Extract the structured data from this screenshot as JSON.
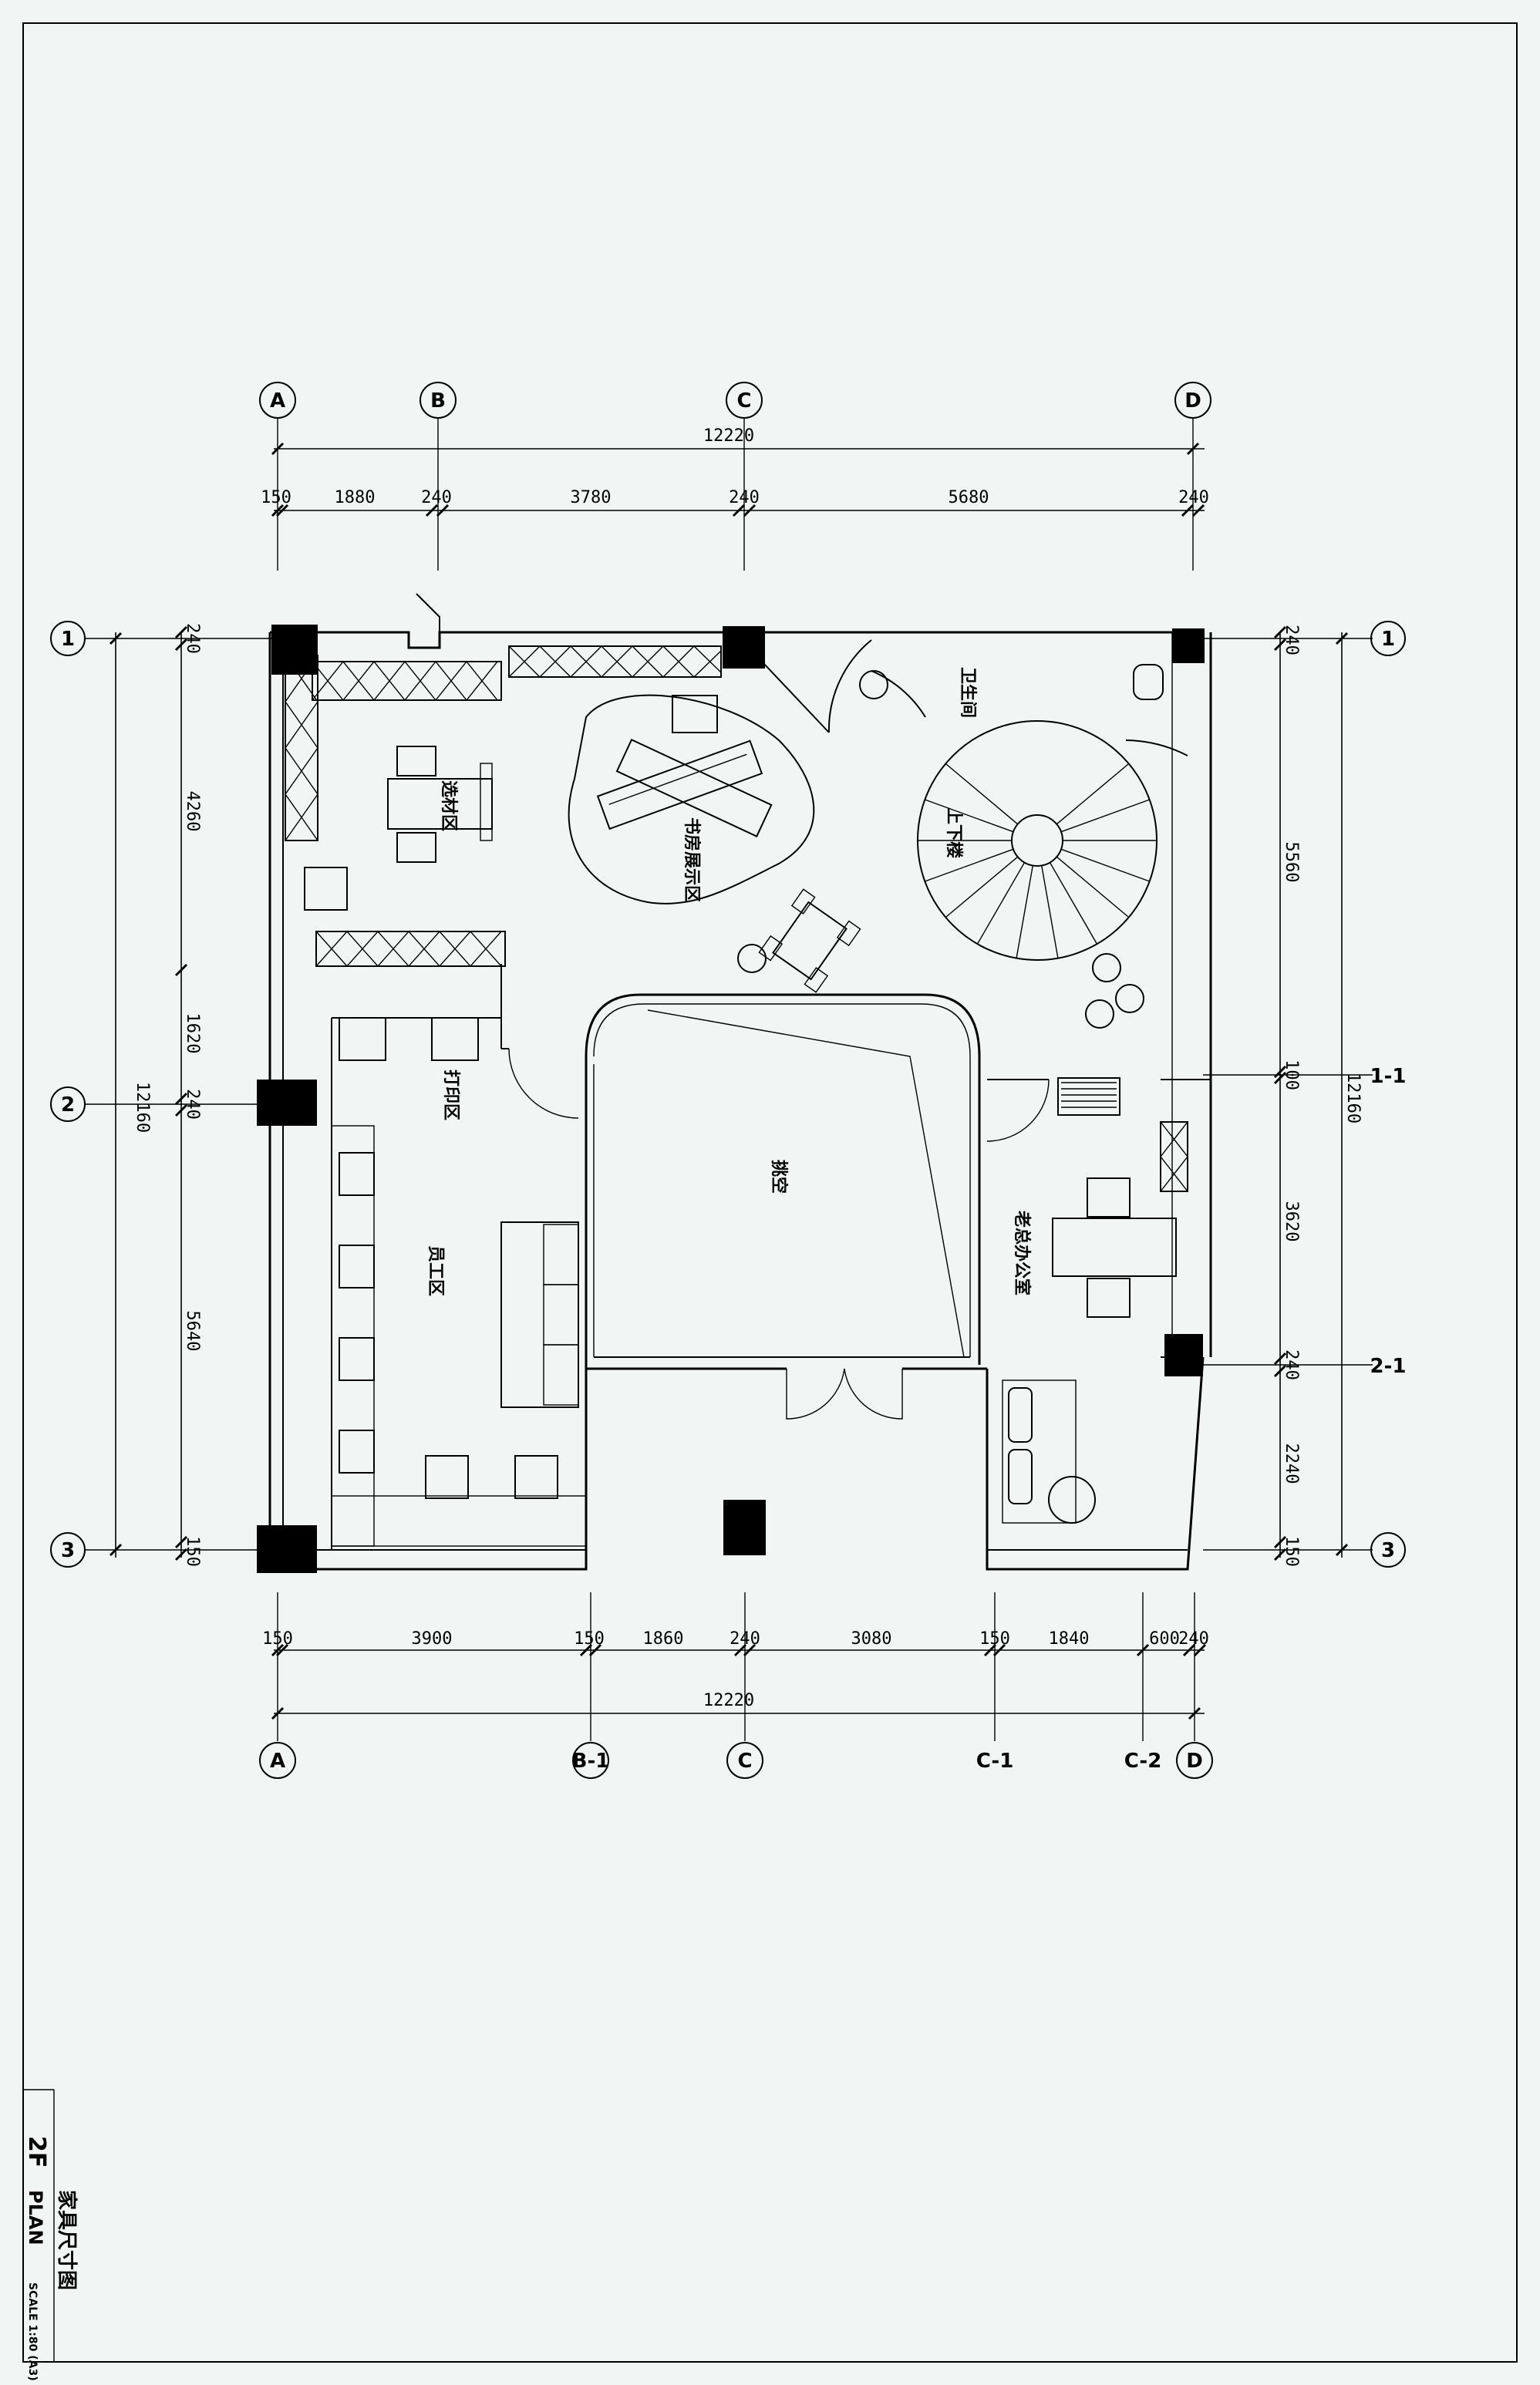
{
  "axes_top": [
    "A",
    "B",
    "C",
    "D"
  ],
  "axes_bottom": [
    "A",
    "B-1",
    "C",
    "C-1",
    "C-2",
    "D"
  ],
  "axes_left": [
    "1",
    "2",
    "3"
  ],
  "axes_right": [
    "1",
    "1-1",
    "2-1",
    "3"
  ],
  "dims_top_total": "12220",
  "dims_top": [
    "150",
    "1880",
    "240",
    "3780",
    "240",
    "5680",
    "240"
  ],
  "dims_bottom": [
    "150",
    "3900",
    "150",
    "1860",
    "240",
    "3080",
    "150",
    "1840",
    "600",
    "240"
  ],
  "dims_bottom_total": "12220",
  "dims_left": [
    "240",
    "4260",
    "1620",
    "240",
    "5640",
    "150"
  ],
  "dims_left_total": "12160",
  "dims_right": [
    "240",
    "5560",
    "100",
    "3620",
    "240",
    "2240",
    "150"
  ],
  "dims_right_total": "12160",
  "rooms": {
    "material": "选材区",
    "display": "书房展示区",
    "stairs": "上下楼",
    "toilet": "卫生间",
    "print": "打印区",
    "staff": "员工区",
    "void": "挑空",
    "boss": "老总办公室"
  },
  "title_block": {
    "floor": "2F",
    "plan": "PLAN",
    "title": "家具尺寸图",
    "scale": "SCALE 1:80 (A3)"
  }
}
